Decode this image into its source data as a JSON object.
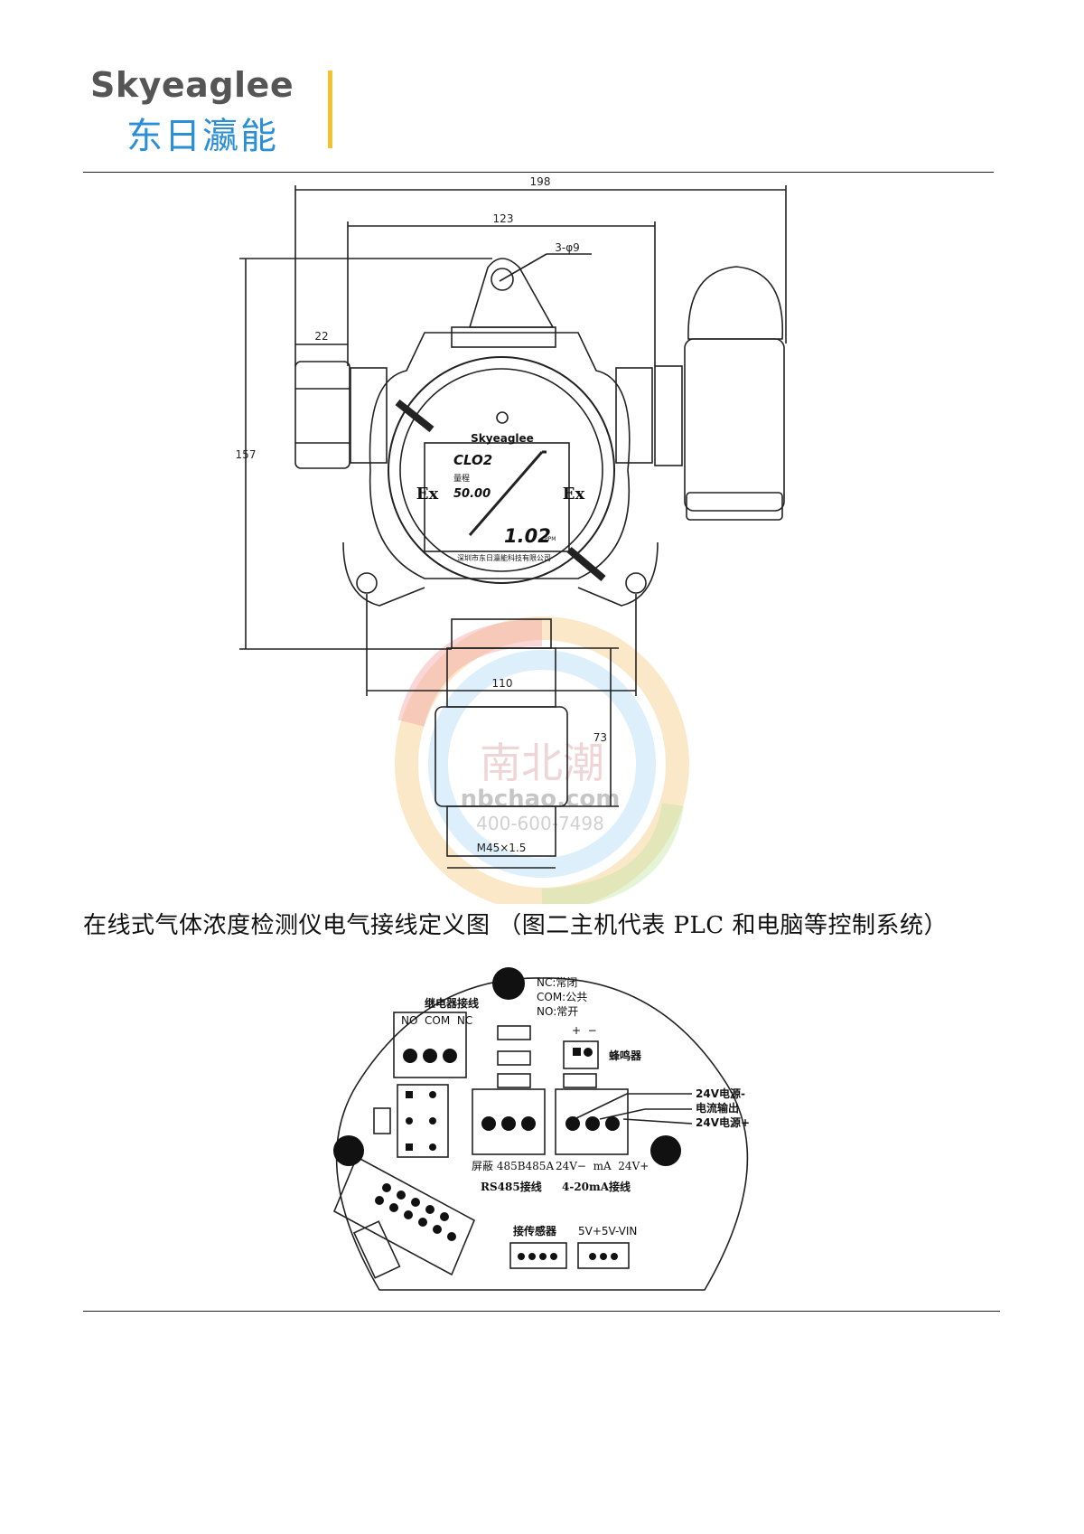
{
  "header": {
    "logo_en": "Skyeaglee",
    "logo_cn": "东日瀛能"
  },
  "drawing": {
    "dim_width_total": "198",
    "dim_width_body": "123",
    "dim_hole": "3-φ9",
    "dim_gland": "22",
    "dim_height": "157",
    "dim_mount": "110",
    "dim_sensor": "73",
    "dim_thread": "M45×1.5",
    "ex_left": "Ex",
    "ex_right": "Ex",
    "display_brand": "Skyeaglee",
    "display_gas": "CLO2",
    "display_range_label": "量程",
    "display_range_value": "50.00",
    "display_reading": "1.02",
    "display_unit": "PPM",
    "display_company": "深圳市东日瀛能科技有限公司"
  },
  "watermark": {
    "cn": "南北潮",
    "site": "nbchao.com",
    "phone": "400-600-7498"
  },
  "caption": "在线式气体浓度检测仪电气接线定义图  （图二主机代表 PLC 和电脑等控制系统）",
  "wiring": {
    "relay_title": "继电器接线",
    "relay_pins": "NO  COM  NC",
    "legend_nc": "NC:常闭",
    "legend_com": "COM:公共",
    "legend_no": "NO:常开",
    "buzzer_polarity": "+  −",
    "buzzer_label": "蜂鸣器",
    "out_neg": "24V电源-",
    "out_current": "电流输出",
    "out_pos": "24V电源+",
    "rs485_pins": "屏蔽 485B485A",
    "rs485_label": "RS485接线",
    "current_pins": "24V−  mA  24V+",
    "current_label": "4-20mA接线",
    "sensor_label": "接传感器",
    "power_pins": "5V+5V-VIN"
  }
}
